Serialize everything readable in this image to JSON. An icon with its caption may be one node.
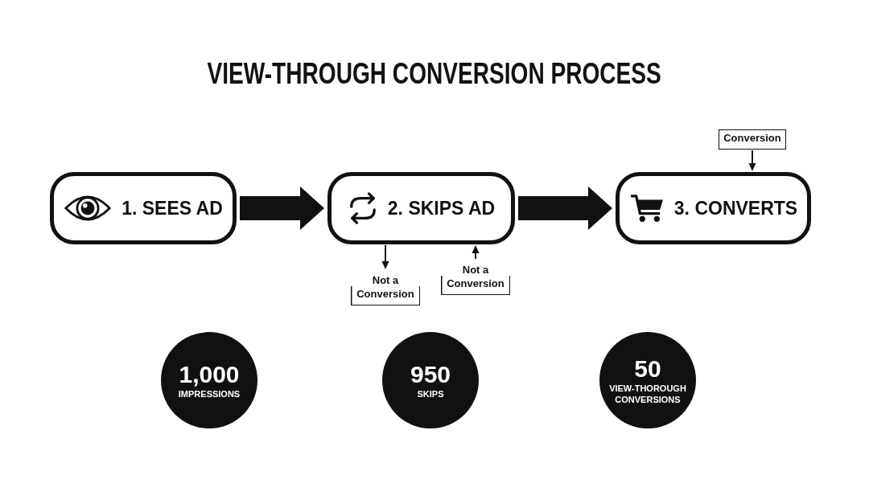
{
  "diagram": {
    "title": "VIEW-THROUGH CONVERSION PROCESS",
    "nodes": [
      {
        "text": [
          "Conversion"
        ]
      },
      {
        "text": [
          "1. SEES AD"
        ]
      },
      {
        "text": [
          "2. SKIPS AD"
        ]
      },
      {
        "text": [
          "3. CONVERTS"
        ]
      },
      {
        "text": [
          "Not a Conversion"
        ]
      },
      {
        "text": [
          "Not a Conversion"
        ]
      },
      {
        "text": [
          "1,000",
          "IMPRESSIONS"
        ]
      },
      {
        "text": [
          "950",
          "SKIPS"
        ]
      },
      {
        "text": [
          "50",
          "VIEW-THOROUGH CONVERSIONS"
        ]
      }
    ],
    "edges": [
      {
        "from": 1,
        "to": 2,
        "arrow": "to",
        "style": "thick"
      },
      {
        "from": 2,
        "to": 3,
        "arrow": "to",
        "style": "thick"
      },
      {
        "from": 0,
        "to": 3,
        "arrow": "to"
      },
      {
        "from": 2,
        "to": 4,
        "arrow": "to"
      },
      {
        "from": 5,
        "to": 2,
        "arrow": "to"
      }
    ]
  }
}
